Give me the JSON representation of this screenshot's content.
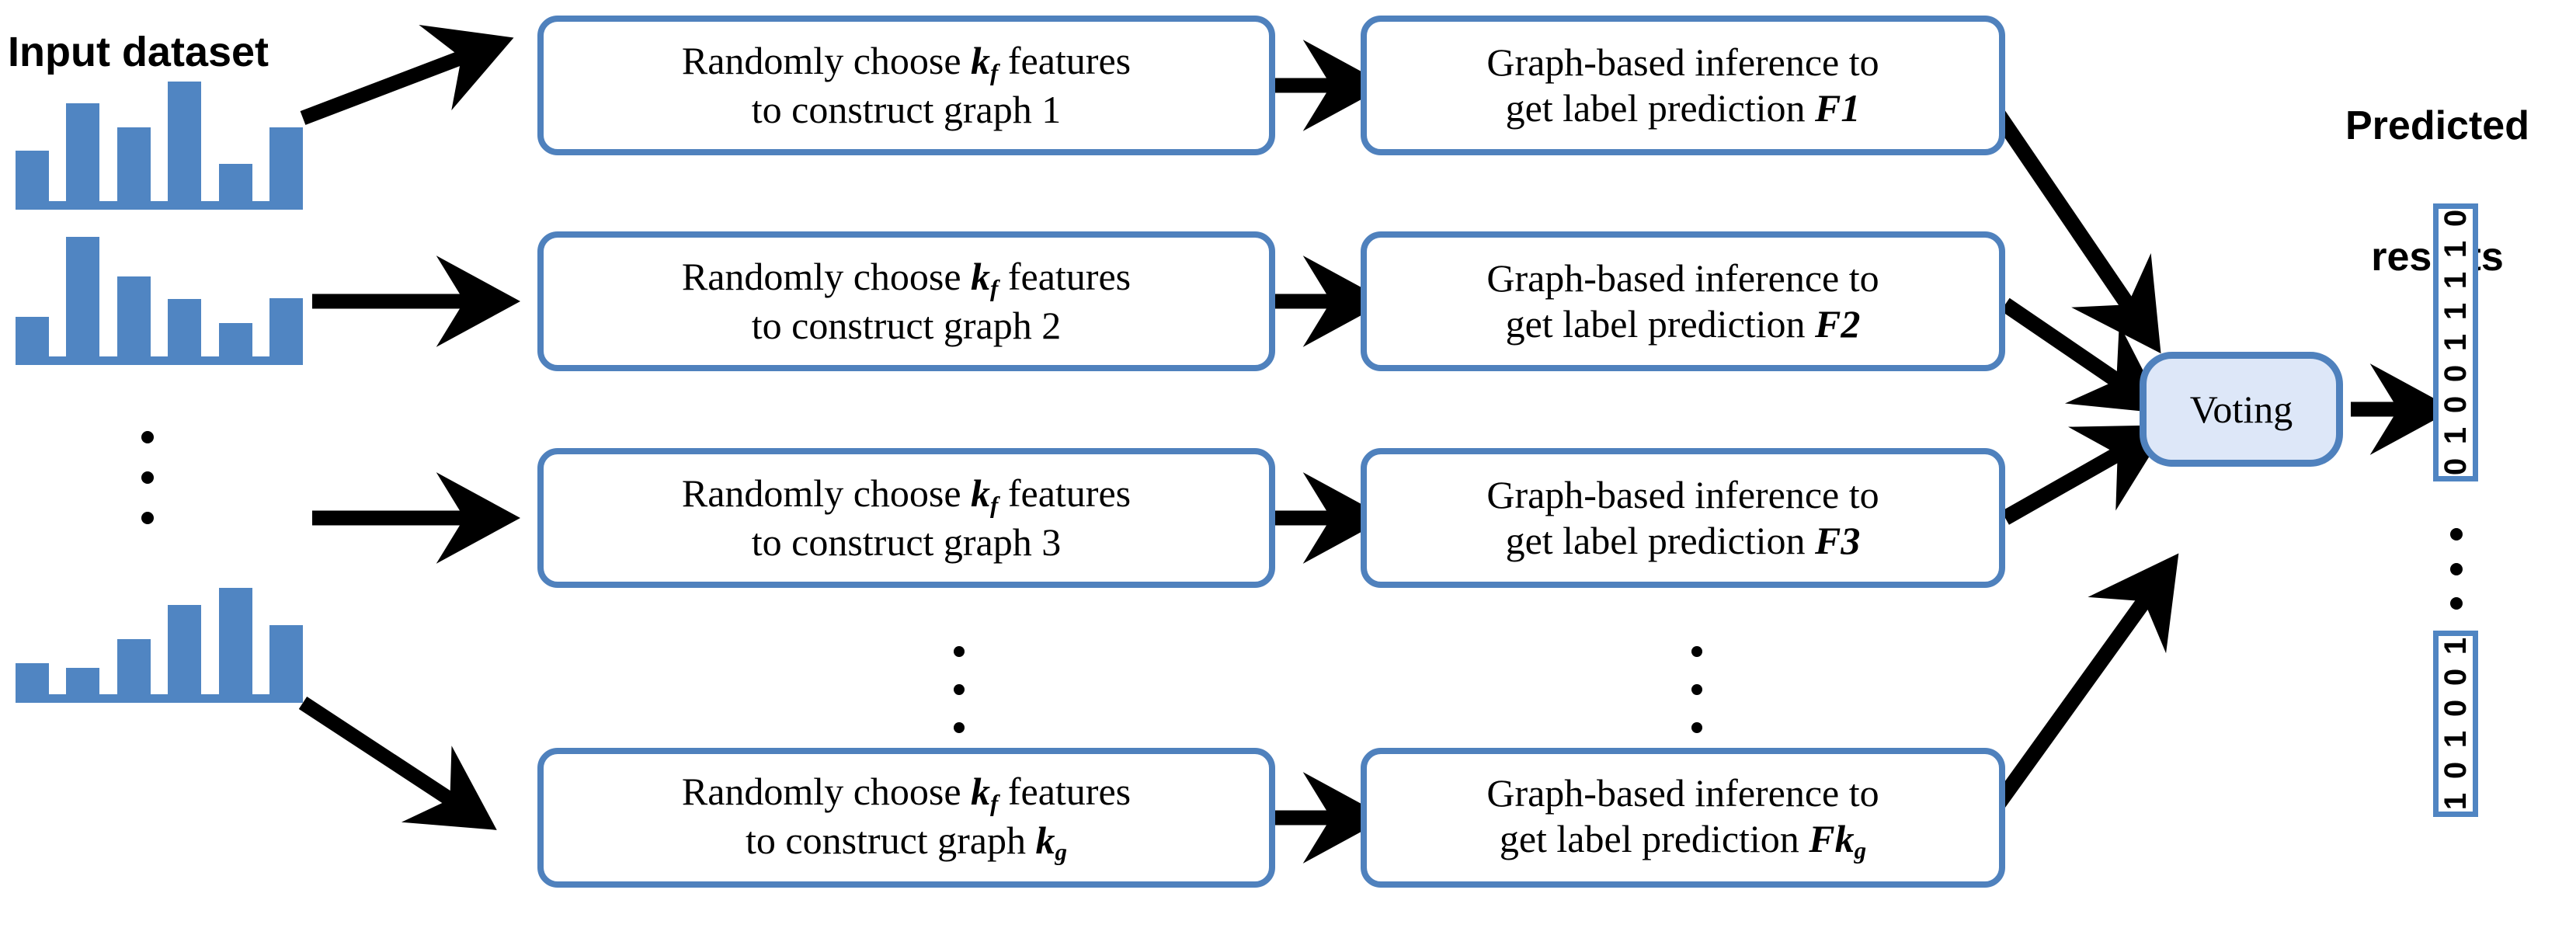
{
  "diagram": {
    "title_input": "Input dataset",
    "title_output_line1": "Predicted",
    "title_output_line2": "results",
    "voting_label": "Voting",
    "colors": {
      "accent_blue": "#4F81BD",
      "bar_blue": "#5085c2",
      "voting_fill": "#dde7f8",
      "arrow_black": "#000000",
      "background": "#ffffff"
    }
  },
  "input_histograms": [
    {
      "name": "histogram-1",
      "values": [
        0.42,
        0.82,
        0.62,
        1.0,
        0.31,
        0.62
      ]
    },
    {
      "name": "histogram-2",
      "values": [
        0.33,
        1.0,
        0.67,
        0.48,
        0.28,
        0.49
      ]
    },
    {
      "name": "histogram-3",
      "values": [
        0.26,
        0.22,
        0.46,
        0.75,
        0.89,
        0.58
      ]
    }
  ],
  "rows": [
    {
      "construct_prefix": "Randomly choose ",
      "construct_var": "k",
      "construct_sub": "f",
      "construct_mid": " features",
      "construct_line2_prefix": "to construct graph ",
      "construct_line2_value": "1",
      "construct_line2_value_sub": "",
      "infer_line1": "Graph-based inference to",
      "infer_line2_prefix": "get label prediction ",
      "infer_var": "F1",
      "infer_var_sub": ""
    },
    {
      "construct_prefix": "Randomly choose ",
      "construct_var": "k",
      "construct_sub": "f",
      "construct_mid": " features",
      "construct_line2_prefix": "to construct graph ",
      "construct_line2_value": "2",
      "construct_line2_value_sub": "",
      "infer_line1": "Graph-based inference to",
      "infer_line2_prefix": "get label prediction ",
      "infer_var": "F2",
      "infer_var_sub": ""
    },
    {
      "construct_prefix": "Randomly choose ",
      "construct_var": "k",
      "construct_sub": "f",
      "construct_mid": " features",
      "construct_line2_prefix": "to construct graph ",
      "construct_line2_value": "3",
      "construct_line2_value_sub": "",
      "infer_line1": "Graph-based inference to",
      "infer_line2_prefix": "get label prediction ",
      "infer_var": "F3",
      "infer_var_sub": ""
    },
    {
      "construct_prefix": "Randomly choose ",
      "construct_var": "k",
      "construct_sub": "f",
      "construct_mid": " features",
      "construct_line2_prefix": "to construct graph ",
      "construct_line2_value": "k",
      "construct_line2_value_sub": "g",
      "infer_line1": "Graph-based inference to",
      "infer_line2_prefix": "get label prediction ",
      "infer_var": "Fk",
      "infer_var_sub": "g"
    }
  ],
  "results": {
    "strip_1_digits": [
      "0",
      "1",
      "1",
      "1",
      "1",
      "0",
      "0",
      "1",
      "0"
    ],
    "strip_2_digits": [
      "1",
      "0",
      "0",
      "1",
      "0",
      "1"
    ],
    "ellipsis": "⋮"
  }
}
